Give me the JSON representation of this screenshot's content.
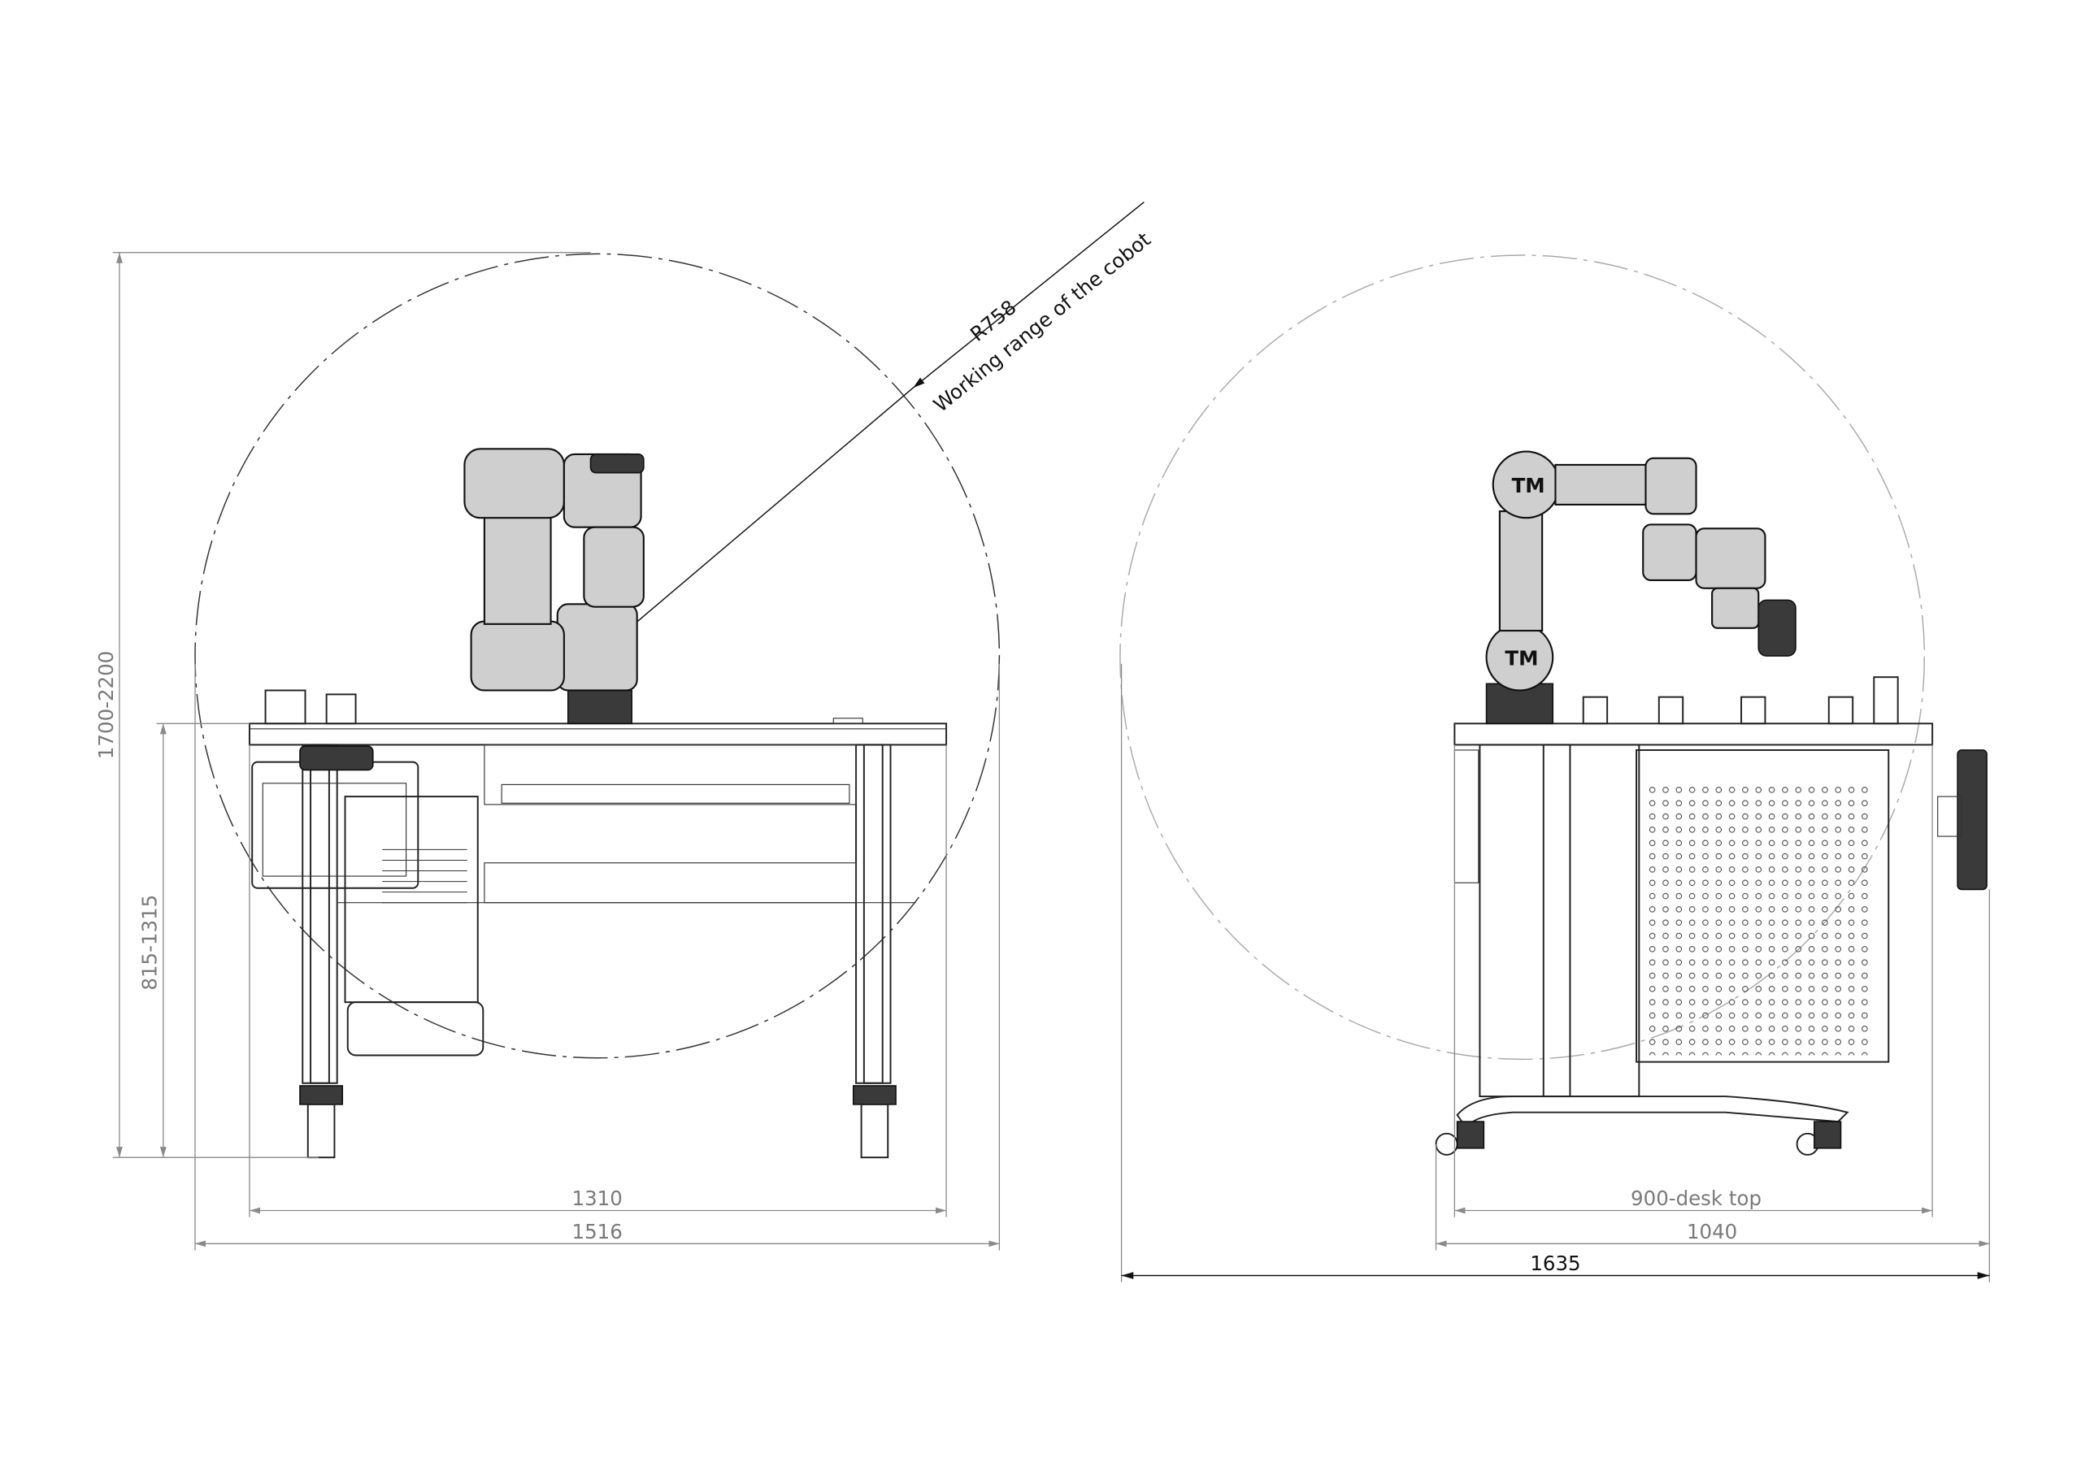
{
  "drawing": {
    "radius_label": "R758",
    "radius_caption": "Working range of the cobot",
    "front_view": {
      "height_total": "1700-2200",
      "height_table": "815-1315",
      "width_table": "1310",
      "width_total": "1516"
    },
    "side_view": {
      "depth_desk_top": "900-desk top",
      "depth_total": "1040",
      "reach_total": "1635",
      "robot_logo": "TM"
    },
    "colors": {
      "dimension": "#8a8a8a",
      "line": "#222222"
    }
  }
}
